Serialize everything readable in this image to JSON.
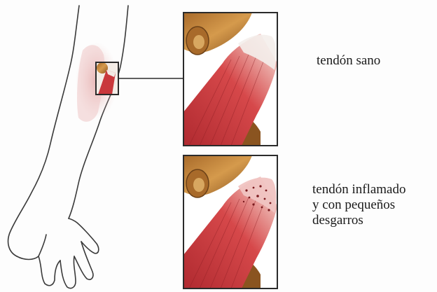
{
  "labels": {
    "healthy": "tendón sano",
    "inflamed_line1": "tendón inflamado",
    "inflamed_line2": "y con pequeños",
    "inflamed_line3": "desgarros"
  },
  "colors": {
    "muscle": "#c9383c",
    "muscle_dark": "#8e1f24",
    "bone": "#c88a3a",
    "bone_dark": "#7a4d1c",
    "tendon": "#f3e9e4",
    "outline": "#2b2b2b",
    "skin_highlight": "#e8b8b6"
  }
}
